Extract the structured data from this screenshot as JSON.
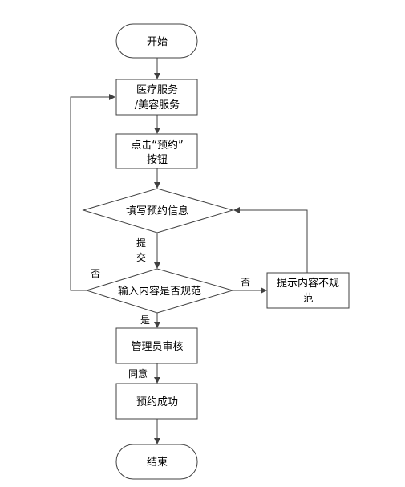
{
  "colors": {
    "stroke": "#404040",
    "fill": "#ffffff",
    "text": "#000000",
    "background": "#ffffff"
  },
  "nodes": {
    "start": {
      "shape": "terminal",
      "lines": [
        "开始"
      ]
    },
    "select_service": {
      "shape": "process",
      "lines": [
        "医疗服务",
        "/美容服务"
      ]
    },
    "click_button": {
      "shape": "process",
      "lines": [
        "点击“预约”",
        "按钮"
      ]
    },
    "fill_info": {
      "shape": "input",
      "lines": [
        "填写预约信息"
      ]
    },
    "check_valid": {
      "shape": "decision",
      "lines": [
        "输入内容是否规范"
      ]
    },
    "prompt_invalid": {
      "shape": "process",
      "lines": [
        "提示内容不规",
        "范"
      ]
    },
    "admin_review": {
      "shape": "process",
      "lines": [
        "管理员审核"
      ]
    },
    "success": {
      "shape": "process",
      "lines": [
        "预约成功"
      ]
    },
    "end": {
      "shape": "terminal",
      "lines": [
        "结束"
      ]
    }
  },
  "edges": {
    "submit": {
      "from": "fill_info",
      "to": "check_valid",
      "lines": [
        "提",
        "交"
      ]
    },
    "no_left": {
      "from": "check_valid",
      "to": "select_service",
      "lines": [
        "否"
      ]
    },
    "no_right": {
      "from": "check_valid",
      "to": "prompt_invalid",
      "lines": [
        "否"
      ]
    },
    "yes": {
      "from": "check_valid",
      "to": "admin_review",
      "lines": [
        "是"
      ]
    },
    "agree": {
      "from": "admin_review",
      "to": "success",
      "lines": [
        "同意"
      ]
    }
  }
}
